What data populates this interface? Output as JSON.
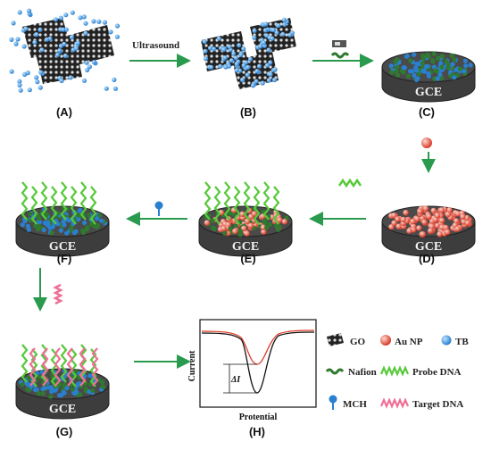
{
  "step_labels": {
    "a": "(A)",
    "b": "(B)",
    "c": "(C)",
    "d": "(D)",
    "e": "(E)",
    "f": "(F)",
    "g": "(G)",
    "h": "(H)"
  },
  "electrode_label": "GCE",
  "arrow_label_ultrasound": "Ultrasound",
  "plot": {
    "ylabel": "Current",
    "xlabel": "Protential",
    "delta_label": "ΔI"
  },
  "legend": {
    "go": "GO",
    "aunp": "Au NP",
    "tb": "TB",
    "nafion": "Nafion",
    "probe": "Probe DNA",
    "mch": "MCH",
    "target": "Target DNA"
  },
  "colors": {
    "graphene": "#1a1a1a",
    "tb_blue": "#3b8fd9",
    "nafion_green": "#2f7a2f",
    "probe_green": "#57c93a",
    "target_pink": "#ef6f96",
    "aunp_red": "#e0402e",
    "arrow_green": "#2a9a4e",
    "electrode_dark": "#3d3d3d"
  }
}
